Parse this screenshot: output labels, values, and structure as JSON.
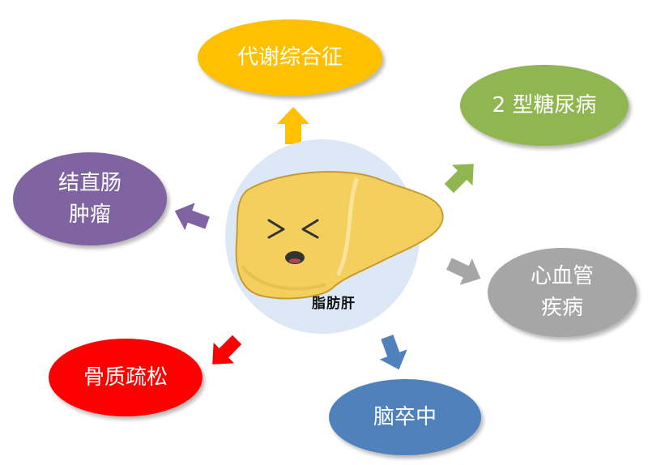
{
  "center": {
    "label": "脂肪肝"
  },
  "nodes": [
    {
      "id": "metabolic",
      "lines": [
        "代谢综合征"
      ],
      "color": "#FFC000"
    },
    {
      "id": "diabetes",
      "lines": [
        "2 型糖尿病"
      ],
      "color": "#8FB650"
    },
    {
      "id": "colorectal",
      "lines": [
        "结直肠",
        "肿瘤"
      ],
      "color": "#8064A2"
    },
    {
      "id": "cardio",
      "lines": [
        "心血管",
        "疾病"
      ],
      "color": "#A6A6A6"
    },
    {
      "id": "osteoporosis",
      "lines": [
        "骨质疏松"
      ],
      "color": "#FF0000"
    },
    {
      "id": "stroke",
      "lines": [
        "脑卒中"
      ],
      "color": "#4F81BD"
    }
  ],
  "colors": {
    "center_halo": "#DCE8F6",
    "liver_fill": "#F3CF5E",
    "liver_stroke": "#C99A2E",
    "liver_lobe": "#E8C050",
    "face": "#333333"
  },
  "icons": {
    "liver": "liver-illustration-icon",
    "arrow": "block-arrow-icon"
  }
}
